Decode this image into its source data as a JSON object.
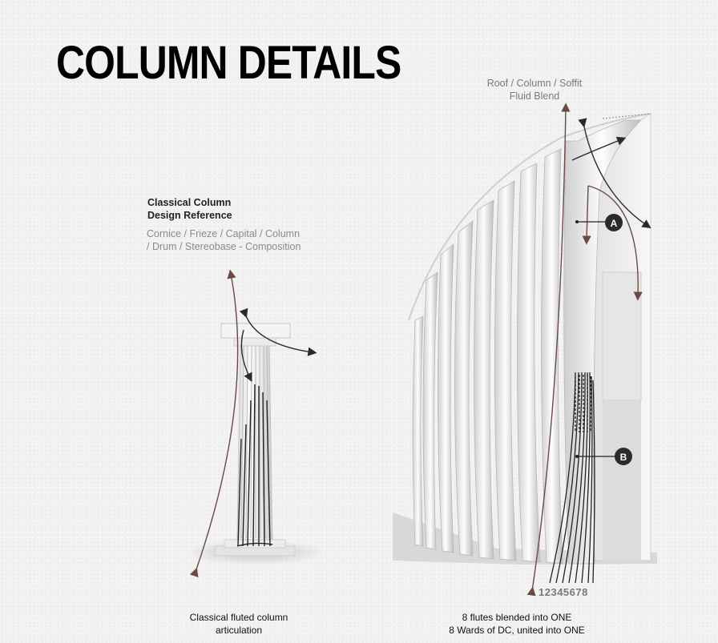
{
  "title": "COLUMN DETAILS",
  "reference": {
    "heading": "Classical Column\nDesign Reference",
    "subtext": "Cornice / Frieze / Capital / Column\n/ Drum / Stereobase - Composition"
  },
  "blend_label": "Roof / Column / Soffit\nFluid Blend",
  "callouts": {
    "a": "A",
    "b": "B"
  },
  "flute_numbers": "12345678",
  "captions": {
    "left": "Classical fluted column\narticulation",
    "right": "8 flutes blended into ONE\n8 Wards of DC, united into ONE"
  },
  "colors": {
    "arrow_dark": "#2a2a2a",
    "arrow_brown": "#6b4a44",
    "callout_fill": "#2b2b2b"
  }
}
